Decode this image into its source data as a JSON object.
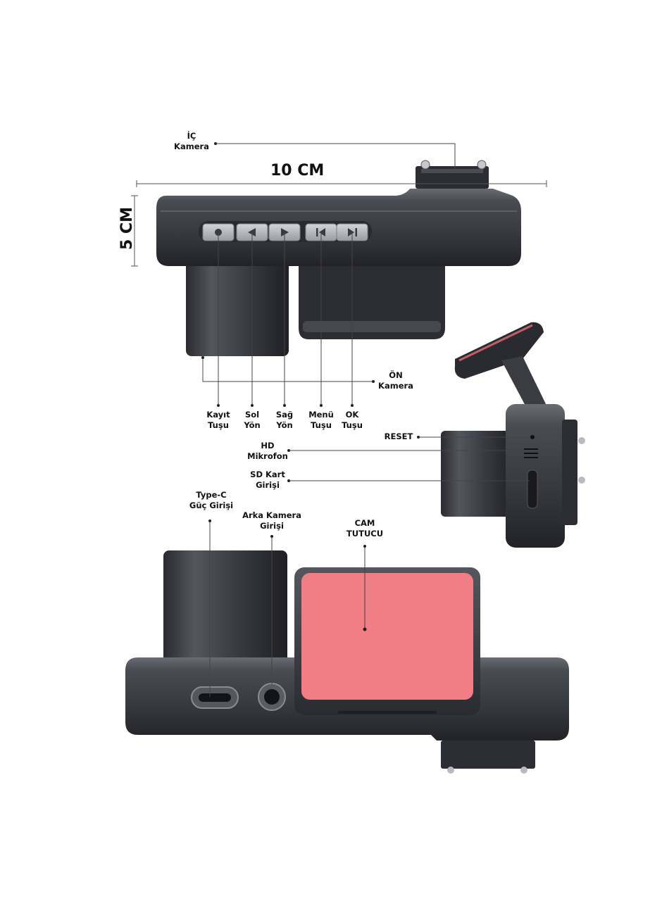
{
  "dimensions": {
    "width": "10 CM",
    "height": "5 CM"
  },
  "labels": {
    "ic_kamera": [
      "İÇ",
      "Kamera"
    ],
    "on_kamera": [
      "ÖN",
      "Kamera"
    ],
    "kayit": [
      "Kayıt",
      "Tuşu"
    ],
    "sol": [
      "Sol",
      "Yön"
    ],
    "sag": [
      "Sağ",
      "Yön"
    ],
    "menu": [
      "Menü",
      "Tuşu"
    ],
    "ok": [
      "OK",
      "Tuşu"
    ],
    "reset": [
      "RESET"
    ],
    "hd_mikrofon": [
      "HD",
      "Mikrofon"
    ],
    "sd_kart": [
      "SD Kart",
      "Girişi"
    ],
    "type_c": [
      "Type-C",
      "Güç Girişi"
    ],
    "arka_kamera": [
      "Arka Kamera",
      "Girişi"
    ],
    "cam_tutucu": [
      "CAM",
      "TUTUCU"
    ]
  },
  "buttons": [
    {
      "name": "record",
      "icon": "record-icon"
    },
    {
      "name": "left",
      "icon": "left-arrow-icon"
    },
    {
      "name": "right",
      "icon": "right-arrow-icon"
    },
    {
      "name": "menu",
      "icon": "skip-back-icon"
    },
    {
      "name": "ok",
      "icon": "skip-forward-icon"
    }
  ],
  "colors": {
    "body": "#3b3d44",
    "button": "#b3b5bb",
    "adhesive_pad": "#f07e84"
  }
}
